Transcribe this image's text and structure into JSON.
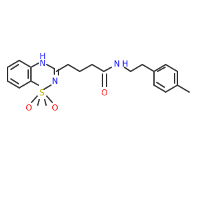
{
  "molecule": {
    "atoms": {
      "nh_ring": {
        "label": "H",
        "sub": "N",
        "color": "#2020ff"
      },
      "n_ring": {
        "label": "N",
        "color": "#2020ff"
      },
      "s_ring": {
        "label": "S",
        "color": "#b4b400"
      },
      "o_s1": {
        "label": "O",
        "color": "#ff2020"
      },
      "o_s2": {
        "label": "O",
        "color": "#ff2020"
      },
      "o_amide": {
        "label": "O",
        "color": "#ff2020"
      },
      "nh_amide": {
        "label": "N",
        "sub": "H",
        "color": "#2020ff"
      }
    },
    "bond_color": "#3c3c3c"
  }
}
